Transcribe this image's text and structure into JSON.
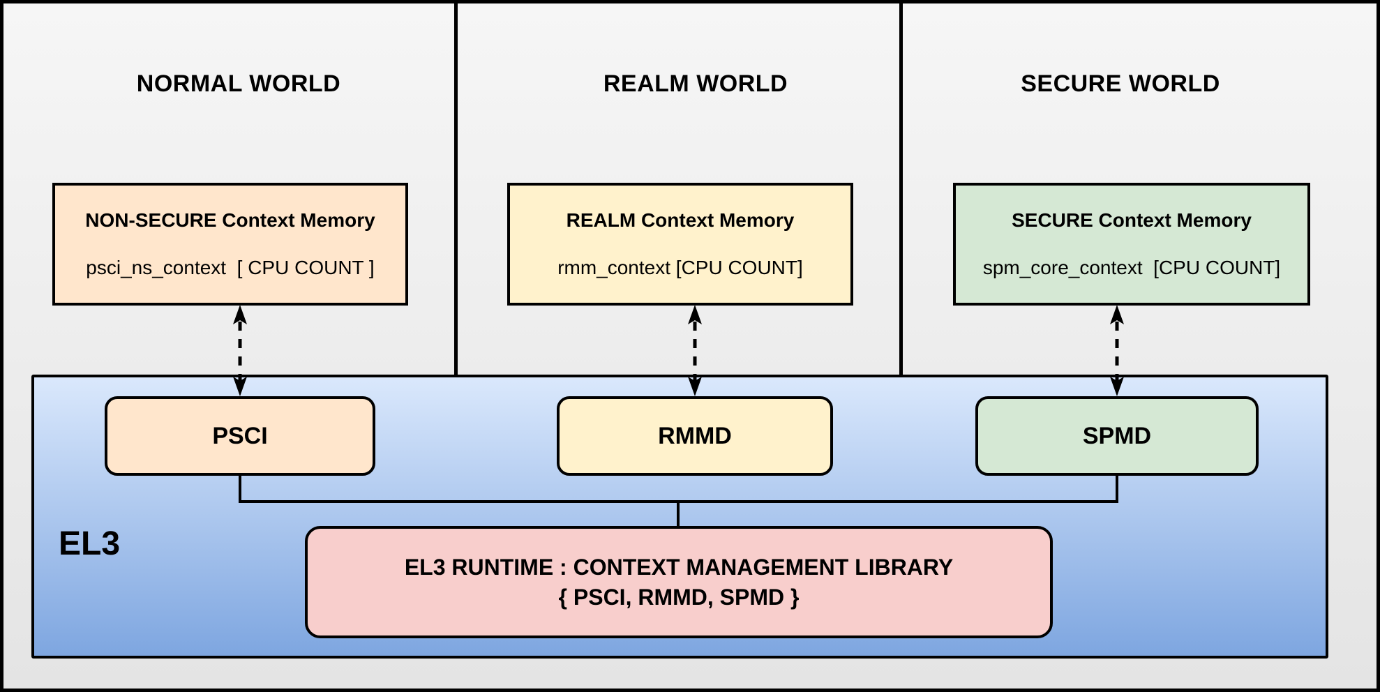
{
  "worlds": [
    {
      "title": "NORMAL WORLD",
      "memory_title": "NON-SECURE Context Memory",
      "memory_code": "psci_ns_context  [ CPU COUNT ]",
      "component": "PSCI"
    },
    {
      "title": "REALM WORLD",
      "memory_title": "REALM Context Memory",
      "memory_code": "rmm_context [CPU COUNT]",
      "component": "RMMD"
    },
    {
      "title": "SECURE WORLD",
      "memory_title": "SECURE Context Memory",
      "memory_code": "spm_core_context  [CPU COUNT]",
      "component": "SPMD"
    }
  ],
  "el3": {
    "label": "EL3",
    "library_line1": "EL3 RUNTIME : CONTEXT MANAGEMENT LIBRARY",
    "library_line2": "{ PSCI, RMMD, SPMD }"
  },
  "colors": {
    "box_orange": "#FFE6CC",
    "box_yellow": "#FFF2CC",
    "box_green": "#D5E8D4",
    "box_pink": "#F8CECC",
    "el3_gradient_top": "#DAE8FC",
    "el3_gradient_bottom": "#7EA6E0",
    "line_black": "#000000",
    "background_top": "#F6F6F6",
    "background_bottom": "#E4E4E4"
  }
}
